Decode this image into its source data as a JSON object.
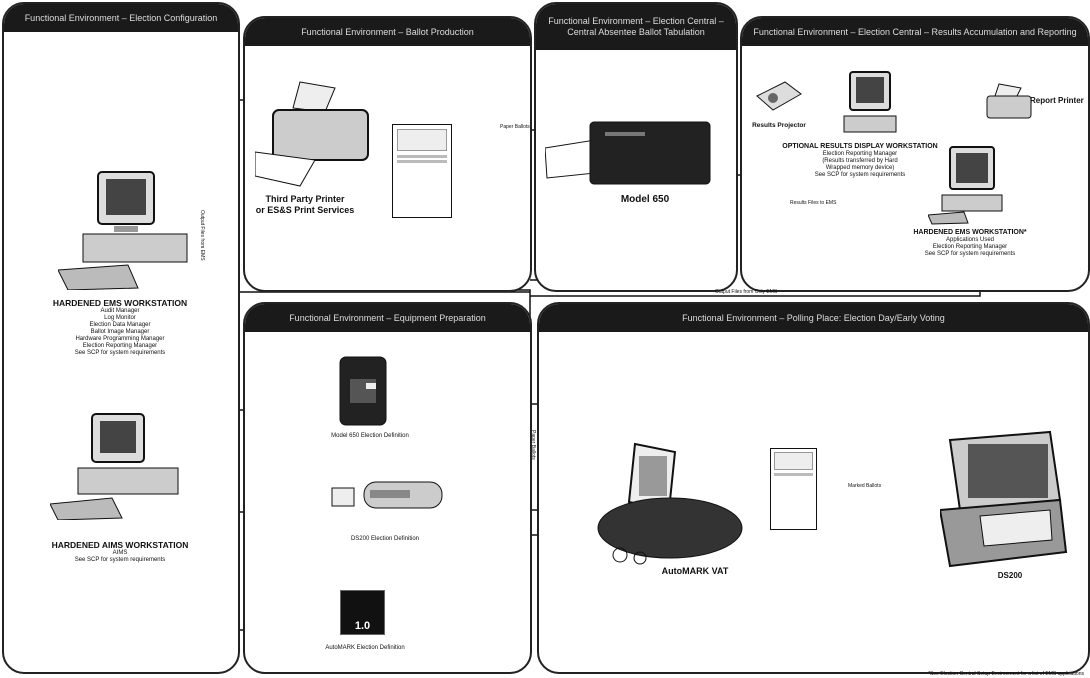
{
  "panels": {
    "p1": "Functional Environment – Election Configuration",
    "p2": "Functional Environment – Ballot Production",
    "p3": "Functional Environment – Election Central – Central Absentee Ballot Tabulation",
    "p4": "Functional Environment – Election Central – Results Accumulation and Reporting",
    "p5": "Functional Environment – Equipment Preparation",
    "p6": "Functional Environment – Polling Place: Election Day/Early Voting"
  },
  "ems_ws": {
    "title": "HARDENED EMS WORKSTATION",
    "lines": [
      "Audit Manager",
      "Log Monitor",
      "Election Data Manager",
      "Ballot Image Manager",
      "Hardware Programming Manager",
      "Election Reporting Manager",
      "See SCP for system requirements"
    ]
  },
  "aims_ws": {
    "title": "HARDENED AIMS WORKSTATION",
    "lines": [
      "AIMS",
      "See SCP for system requirements"
    ]
  },
  "printer": {
    "line1": "Third Party Printer",
    "line2": "or ES&S Print Services"
  },
  "model650": "Model 650",
  "results_projector": "Results Projector",
  "report_printer": "Report Printer",
  "optional_ws": {
    "title": "OPTIONAL RESULTS DISPLAY WORKSTATION",
    "lines": [
      "Election Reporting Manager",
      "(Results transferred by Hard",
      "Wrapped memory device)",
      "See SCP for system requirements"
    ]
  },
  "ems_central": {
    "title": "HARDENED EMS WORKSTATION*",
    "lines": [
      "Applications Used",
      "Election Reporting Manager",
      "See SCP for system requirements"
    ]
  },
  "prep": {
    "m650_def": "Model 650 Election Definition",
    "ds200_def": "DS200 Election Definition",
    "am_def": "AutoMARK Election Definition",
    "am_value": "1.0"
  },
  "polling": {
    "automark": "AutoMARK VAT",
    "ds200": "DS200"
  },
  "flows": {
    "paper_ballots": "Paper Ballots",
    "results_to_ems": "Results Files to EMS",
    "output_files_ems": "Output Files from Only EMS",
    "output_files_vertical": "Output Files from EMS",
    "paper_ballots_vertical": "Paper Ballots",
    "marked_ballots": "Marked Ballots"
  },
  "footnote": "*See Election Central Setup Environment for a list of EMS applications"
}
